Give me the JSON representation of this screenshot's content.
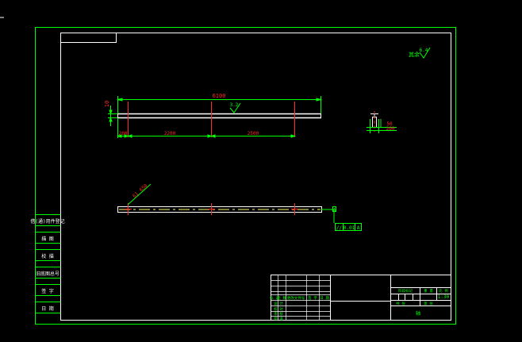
{
  "colors": {
    "background": "#000000",
    "frame": "#00ff00",
    "border": "#ffffff",
    "dimension": "#00ff00",
    "dimension_text": "#ff2a2a",
    "part": "#ffffff",
    "centerline": "#ff2a2a",
    "hidden": "#ffff66"
  },
  "dimensions": {
    "overall_length": "6100",
    "thickness": "10",
    "segment_a": "200",
    "segment_b": "2200",
    "segment_c": "2500",
    "roughness_top": "3.2",
    "roughness_corner": "6.4",
    "detail_height": "50",
    "detail_width": "200",
    "leader_1": "61",
    "leader_2": "650"
  },
  "tolerance": {
    "symbol": "//",
    "value": "0.01",
    "datum": "A",
    "datum_flag": "A"
  },
  "corner_note": "其余",
  "left_stamps": [
    "借(通)用件登记",
    "描 图",
    "校 描",
    "旧底图总号",
    "签 字",
    "日 期"
  ],
  "title_block": {
    "header_labels": [
      "标 记",
      "处 数",
      "更改文件号",
      "签 字",
      "日 期"
    ],
    "role_labels": [
      "设 计",
      "校 对",
      "审 核",
      "批 准"
    ],
    "stage_labels": [
      "阶段标记",
      "重 量",
      "比 例"
    ],
    "scale": "1:30",
    "sheet_labels": [
      "共 张",
      "第 张"
    ],
    "part_name": "轴"
  }
}
